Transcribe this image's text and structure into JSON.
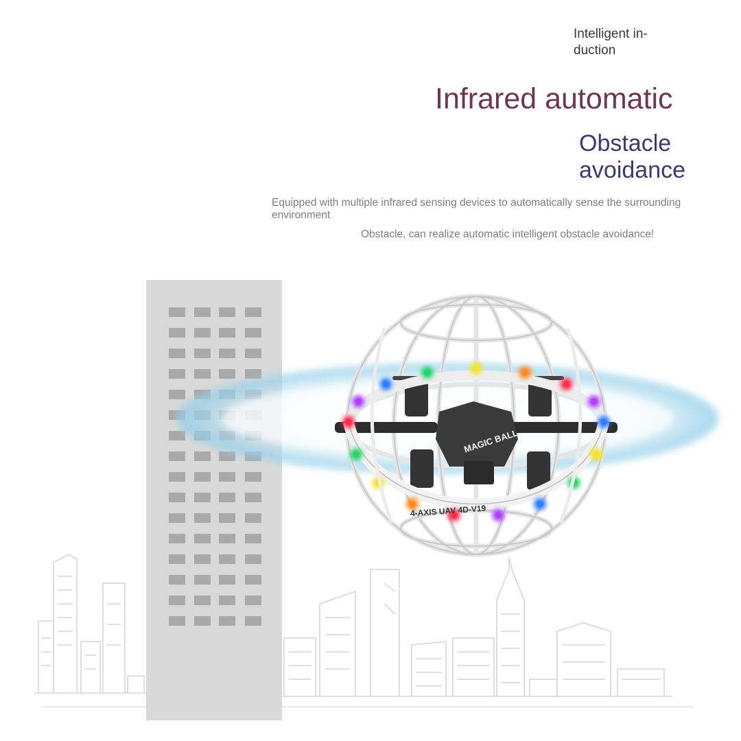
{
  "copy": {
    "tag": "Intelligent in-\nduction",
    "headline": "Infrared automatic",
    "subhead": "Obstacle avoidance",
    "desc_1": "Equipped with multiple infrared sensing devices to automatically sense the surrounding environment",
    "desc_2": "Obstacle, can realize automatic intelligent obstacle avoidance!"
  },
  "drone": {
    "body_text": "MAGIC BALL",
    "ring_text": "4-AXIS UAV 4D-V19"
  },
  "colors": {
    "headline": "#6e3650",
    "subhead": "#3a3a72",
    "building": "#d8d8d8",
    "window": "#a9a9a9",
    "wave": "#8ecde8",
    "led": [
      "#ff2a4d",
      "#b040ff",
      "#2f7dff",
      "#27d36a",
      "#f4e52b",
      "#ff8a1f"
    ]
  }
}
